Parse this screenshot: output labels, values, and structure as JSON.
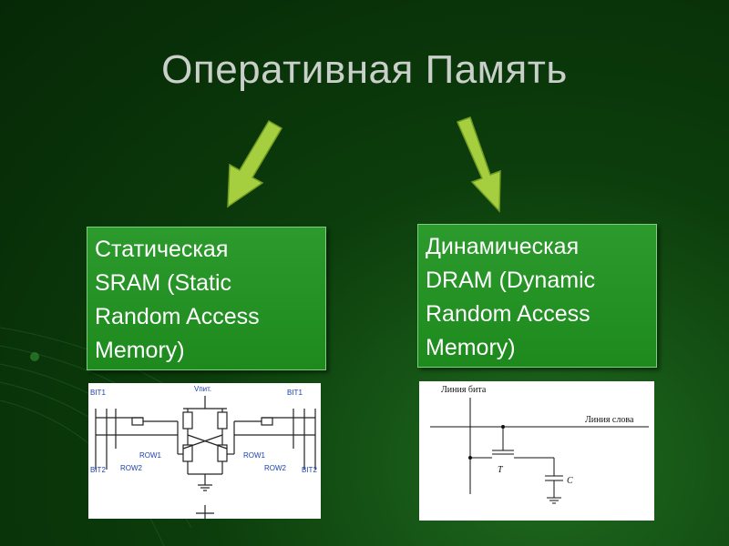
{
  "title": "Оперативная Память",
  "sram": {
    "lines": [
      "Статическая",
      "SRAM (Static",
      "Random Access",
      "Memory)"
    ],
    "schematic": {
      "bit1_left": "BIT1",
      "bit1_right": "BIT1",
      "bit2_left": "BIT2",
      "bit2_right": "BIT2",
      "vpit": "Vпит.",
      "row1_left": "ROW1",
      "row1_right": "ROW1",
      "row2_left": "ROW2",
      "row2_right": "ROW2"
    }
  },
  "dram": {
    "lines": [
      "Динамическая",
      "DRAM (Dynamic",
      "Random Access",
      "Memory)"
    ],
    "schematic": {
      "bit_line": "Линия бита",
      "word_line": "Линия слова",
      "transistor": "T",
      "capacitor": "C"
    }
  },
  "colors": {
    "background": "#0c3d0c",
    "box": "#2c9a2c",
    "arrow": "#9ccc3a",
    "title": "#c9cfc9"
  }
}
